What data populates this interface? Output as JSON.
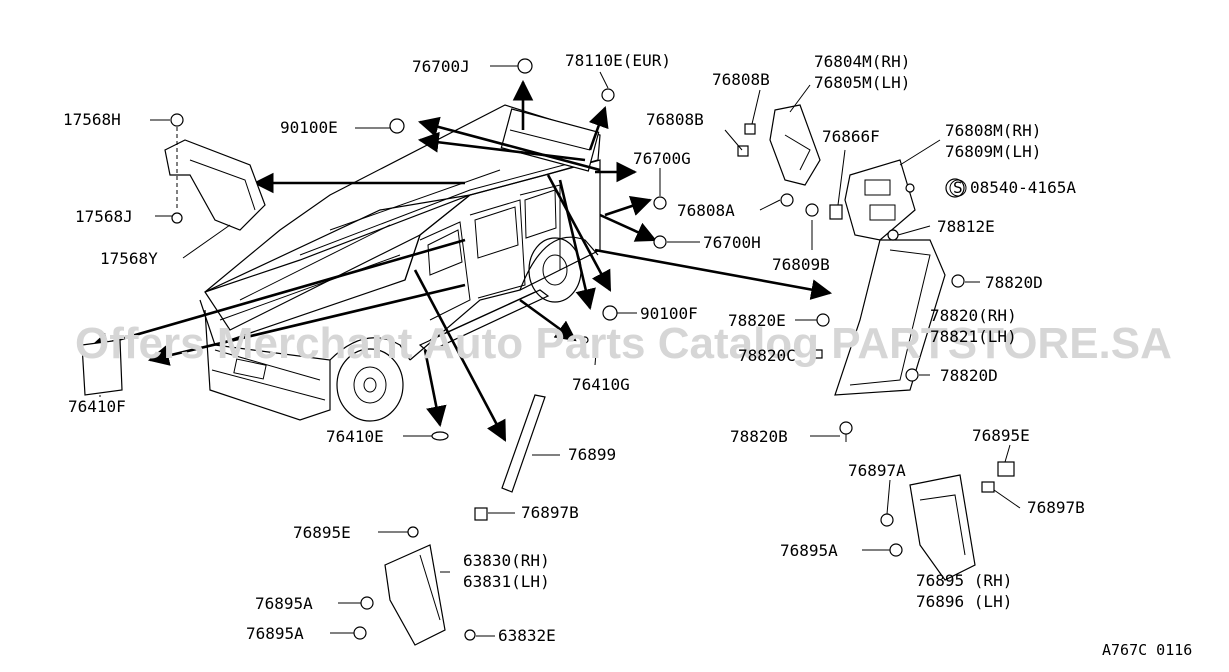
{
  "watermark": "Offers Merchant Auto Parts Catalog PARTSTORE.SA",
  "diagram_code": "A767C 0116",
  "labels": {
    "p76700J": "76700J",
    "p78110E": "78110E(EUR)",
    "p76808B_top": "76808B",
    "p76804M": "76804M(RH)",
    "p76805M": "76805M(LH)",
    "p17568H": "17568H",
    "p90100E": "90100E",
    "p76808B_mid": "76808B",
    "p76866F": "76866F",
    "p76808M": "76808M(RH)",
    "p76809M": "76809M(LH)",
    "p76700G": "76700G",
    "p08540": "08540-4165A",
    "p08540_prefix": "S",
    "p76808A": "76808A",
    "p17568J": "17568J",
    "p78812E": "78812E",
    "p76700H": "76700H",
    "p17568Y": "17568Y",
    "p76809B": "76809B",
    "p78820D_top": "78820D",
    "p90100F": "90100F",
    "p78820E": "78820E",
    "p78820RH": "78820(RH)",
    "p78821LH": "78821(LH)",
    "p78820C": "78820C",
    "p78820D_bot": "78820D",
    "p76410G": "76410G",
    "p76410F": "76410F",
    "p76410E": "76410E",
    "p78820B": "78820B",
    "p76895E_right": "76895E",
    "p76899": "76899",
    "p76897A": "76897A",
    "p76897B_right": "76897B",
    "p76897B_left": "76897B",
    "p76895E_left": "76895E",
    "p63830": "63830(RH)",
    "p63831": "63831(LH)",
    "p76895A_right": "76895A",
    "p76895RH": "76895 (RH)",
    "p76896LH": "76896 (LH)",
    "p76895A_left1": "76895A",
    "p76895A_left2": "76895A",
    "p63832E": "63832E"
  }
}
